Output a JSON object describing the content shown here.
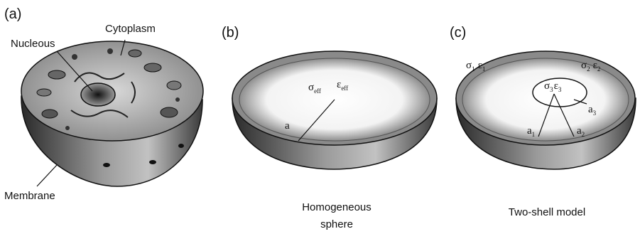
{
  "panels": {
    "a": {
      "label": "(a)",
      "labels": {
        "cytoplasm": "Cytoplasm",
        "nucleous": "Nucleous",
        "membrane": "Membrane"
      }
    },
    "b": {
      "label": "(b)",
      "symbols": {
        "sigma": "σ",
        "sigma_sub": "eff",
        "epsilon": "ε",
        "epsilon_sub": "eff",
        "radius": "a"
      },
      "caption_line1": "Homogeneous",
      "caption_line2": "sphere"
    },
    "c": {
      "label": "(c)",
      "symbols": {
        "sigma": "σ",
        "epsilon": "ε",
        "radius": "a",
        "outer_sub": "1",
        "mid_sub": "2",
        "inner_sub": "3"
      },
      "caption": "Two-shell model"
    }
  },
  "colors": {
    "shell_dark": "#2b2b2b",
    "shell_light": "#bdbdbd",
    "rim": "#8a8a8a",
    "interior": "#ffffff",
    "interior_edge": "#6e6e6e"
  }
}
